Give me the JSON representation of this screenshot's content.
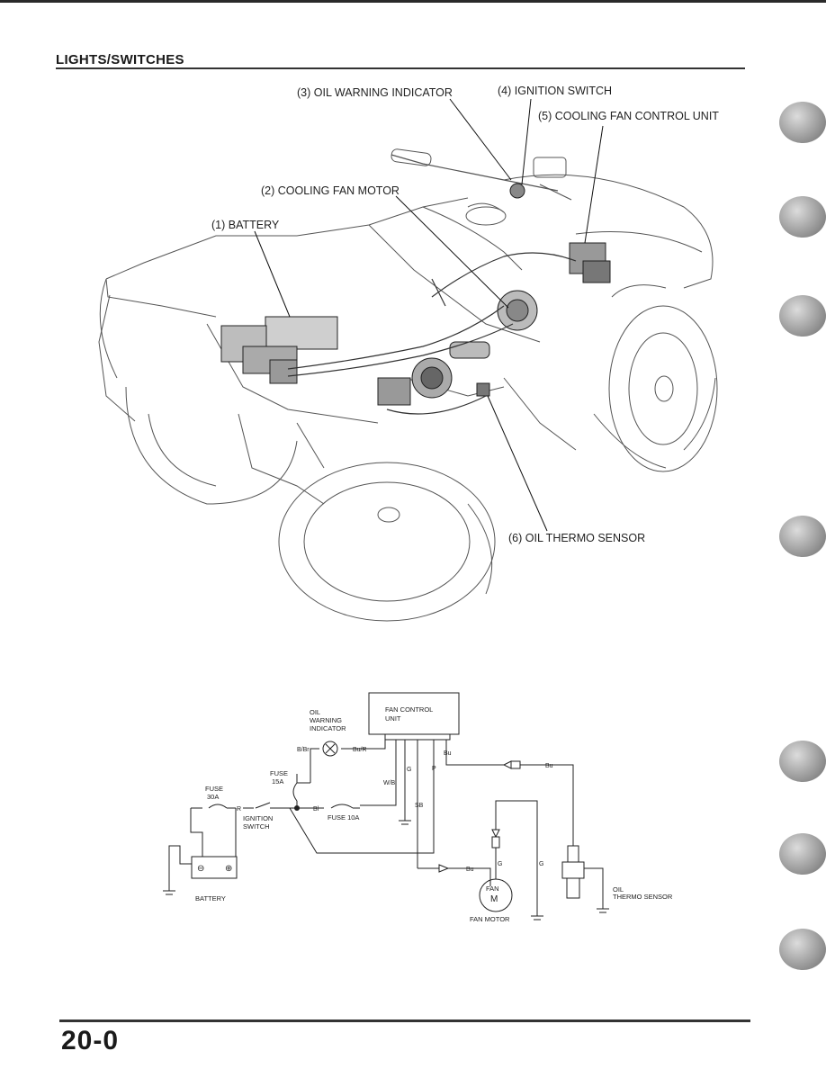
{
  "header": {
    "section_title": "LIGHTS/SWITCHES"
  },
  "callouts": {
    "battery": "(1) BATTERY",
    "cooling_fan_motor": "(2) COOLING FAN MOTOR",
    "oil_warning_indicator": "(3) OIL WARNING INDICATOR",
    "ignition_switch": "(4) IGNITION SWITCH",
    "cooling_fan_control_unit": "(5) COOLING FAN CONTROL UNIT",
    "oil_thermo_sensor": "(6) OIL THERMO SENSOR"
  },
  "wiring": {
    "oil_warning_indicator": [
      "OIL",
      "WARNING",
      "INDICATOR"
    ],
    "fan_control_unit": [
      "FAN CONTROL",
      "UNIT"
    ],
    "fuse_15a": [
      "FUSE",
      "15A"
    ],
    "fuse_30a": [
      "FUSE",
      "30A"
    ],
    "fuse_10a": "FUSE 10A",
    "ignition_switch": [
      "IGNITION",
      "SWITCH"
    ],
    "battery": "BATTERY",
    "fan_motor": "FAN MOTOR",
    "fan_symbol": [
      "FAN",
      "M"
    ],
    "oil_thermo_sensor": [
      "OIL",
      "THERMO SENSOR"
    ],
    "wire_colors": {
      "b_br": "B/Br",
      "bu_r": "Bu/R",
      "bu_top": "Bu",
      "bu_right": "Bu",
      "bu_bottom": "Bu",
      "g_top": "G",
      "g_motor": "G",
      "g_right": "G",
      "p": "P",
      "w_bl": "W/Bl",
      "sb": "SB",
      "r": "R",
      "bl": "Bl"
    },
    "battery_terminals": [
      "⊖",
      "⊕"
    ]
  },
  "footer": {
    "page_number": "20-0"
  }
}
